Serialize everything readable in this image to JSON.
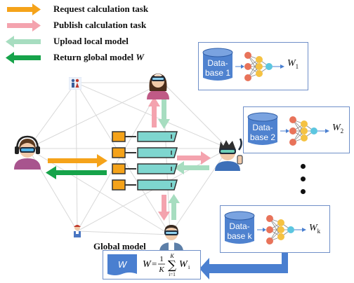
{
  "legend": [
    {
      "label": "Request calculation task",
      "color": "#f5a31a"
    },
    {
      "label": "Publish calculation task",
      "color": "#f4a3ae"
    },
    {
      "label": "Upload local model",
      "color": "#a7ddc0"
    },
    {
      "label": "Return global model",
      "italic_suffix": "W",
      "color": "#16a34a"
    }
  ],
  "databases": [
    {
      "label": "Data-\nbase 1",
      "model_symbol": "W",
      "model_sub": "1"
    },
    {
      "label": "Data-\nbase 2",
      "model_symbol": "W",
      "model_sub": "2"
    },
    {
      "label": "Data-\nbase k",
      "model_symbol": "W",
      "model_sub": "k"
    }
  ],
  "global_model": {
    "title": "Global model",
    "doc_symbol": "W",
    "formula": {
      "lhs": "W",
      "equals": "=",
      "num": "1",
      "den": "K",
      "sum_upper": "K",
      "sum_lower": "i=1",
      "term": "W",
      "term_sub": "i"
    }
  },
  "colors": {
    "panel_border": "#6f8fc8",
    "big_arrow": "#4a7fd0",
    "server_orange": "#f5a31a",
    "server_teal": "#7ed6cf",
    "db_cylinder": "#4f82cf"
  }
}
